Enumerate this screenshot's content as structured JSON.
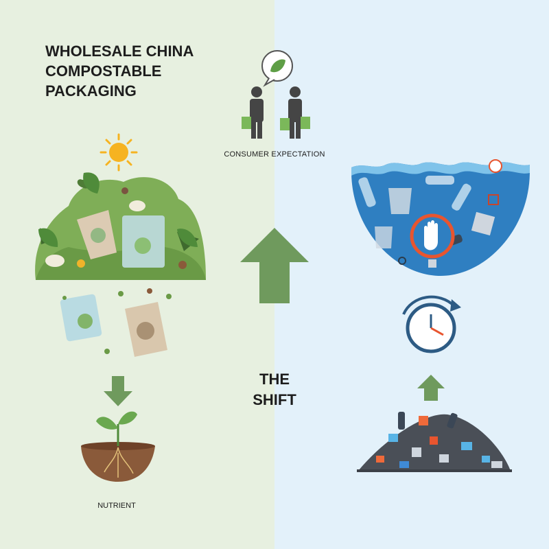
{
  "title": {
    "line1": "WHOLESALE CHINA",
    "line2": "COMPOSTABLE",
    "line3": "PACKAGING"
  },
  "labels": {
    "consumer_expectation": "CONSUMER EXPECTATION",
    "shift_line1": "THE",
    "shift_line2": "SHIFT",
    "nutrient": "NUTRIENT"
  },
  "colors": {
    "left_background": "#e7f0e0",
    "right_background": "#e3f1fa",
    "arrow_green": "#6f9a5d",
    "leaf_green": "#6aa84f",
    "ocean_blue": "#2f7fc1",
    "stop_red": "#e8552f",
    "clock_blue": "#2d5b84"
  },
  "icons": [
    "sun-icon",
    "leaf-speech-bubble-icon",
    "shopper-icon",
    "compost-pile-icon",
    "sprout-icon",
    "ocean-pollution-icon",
    "stop-hand-icon",
    "clock-icon",
    "landfill-icon"
  ]
}
